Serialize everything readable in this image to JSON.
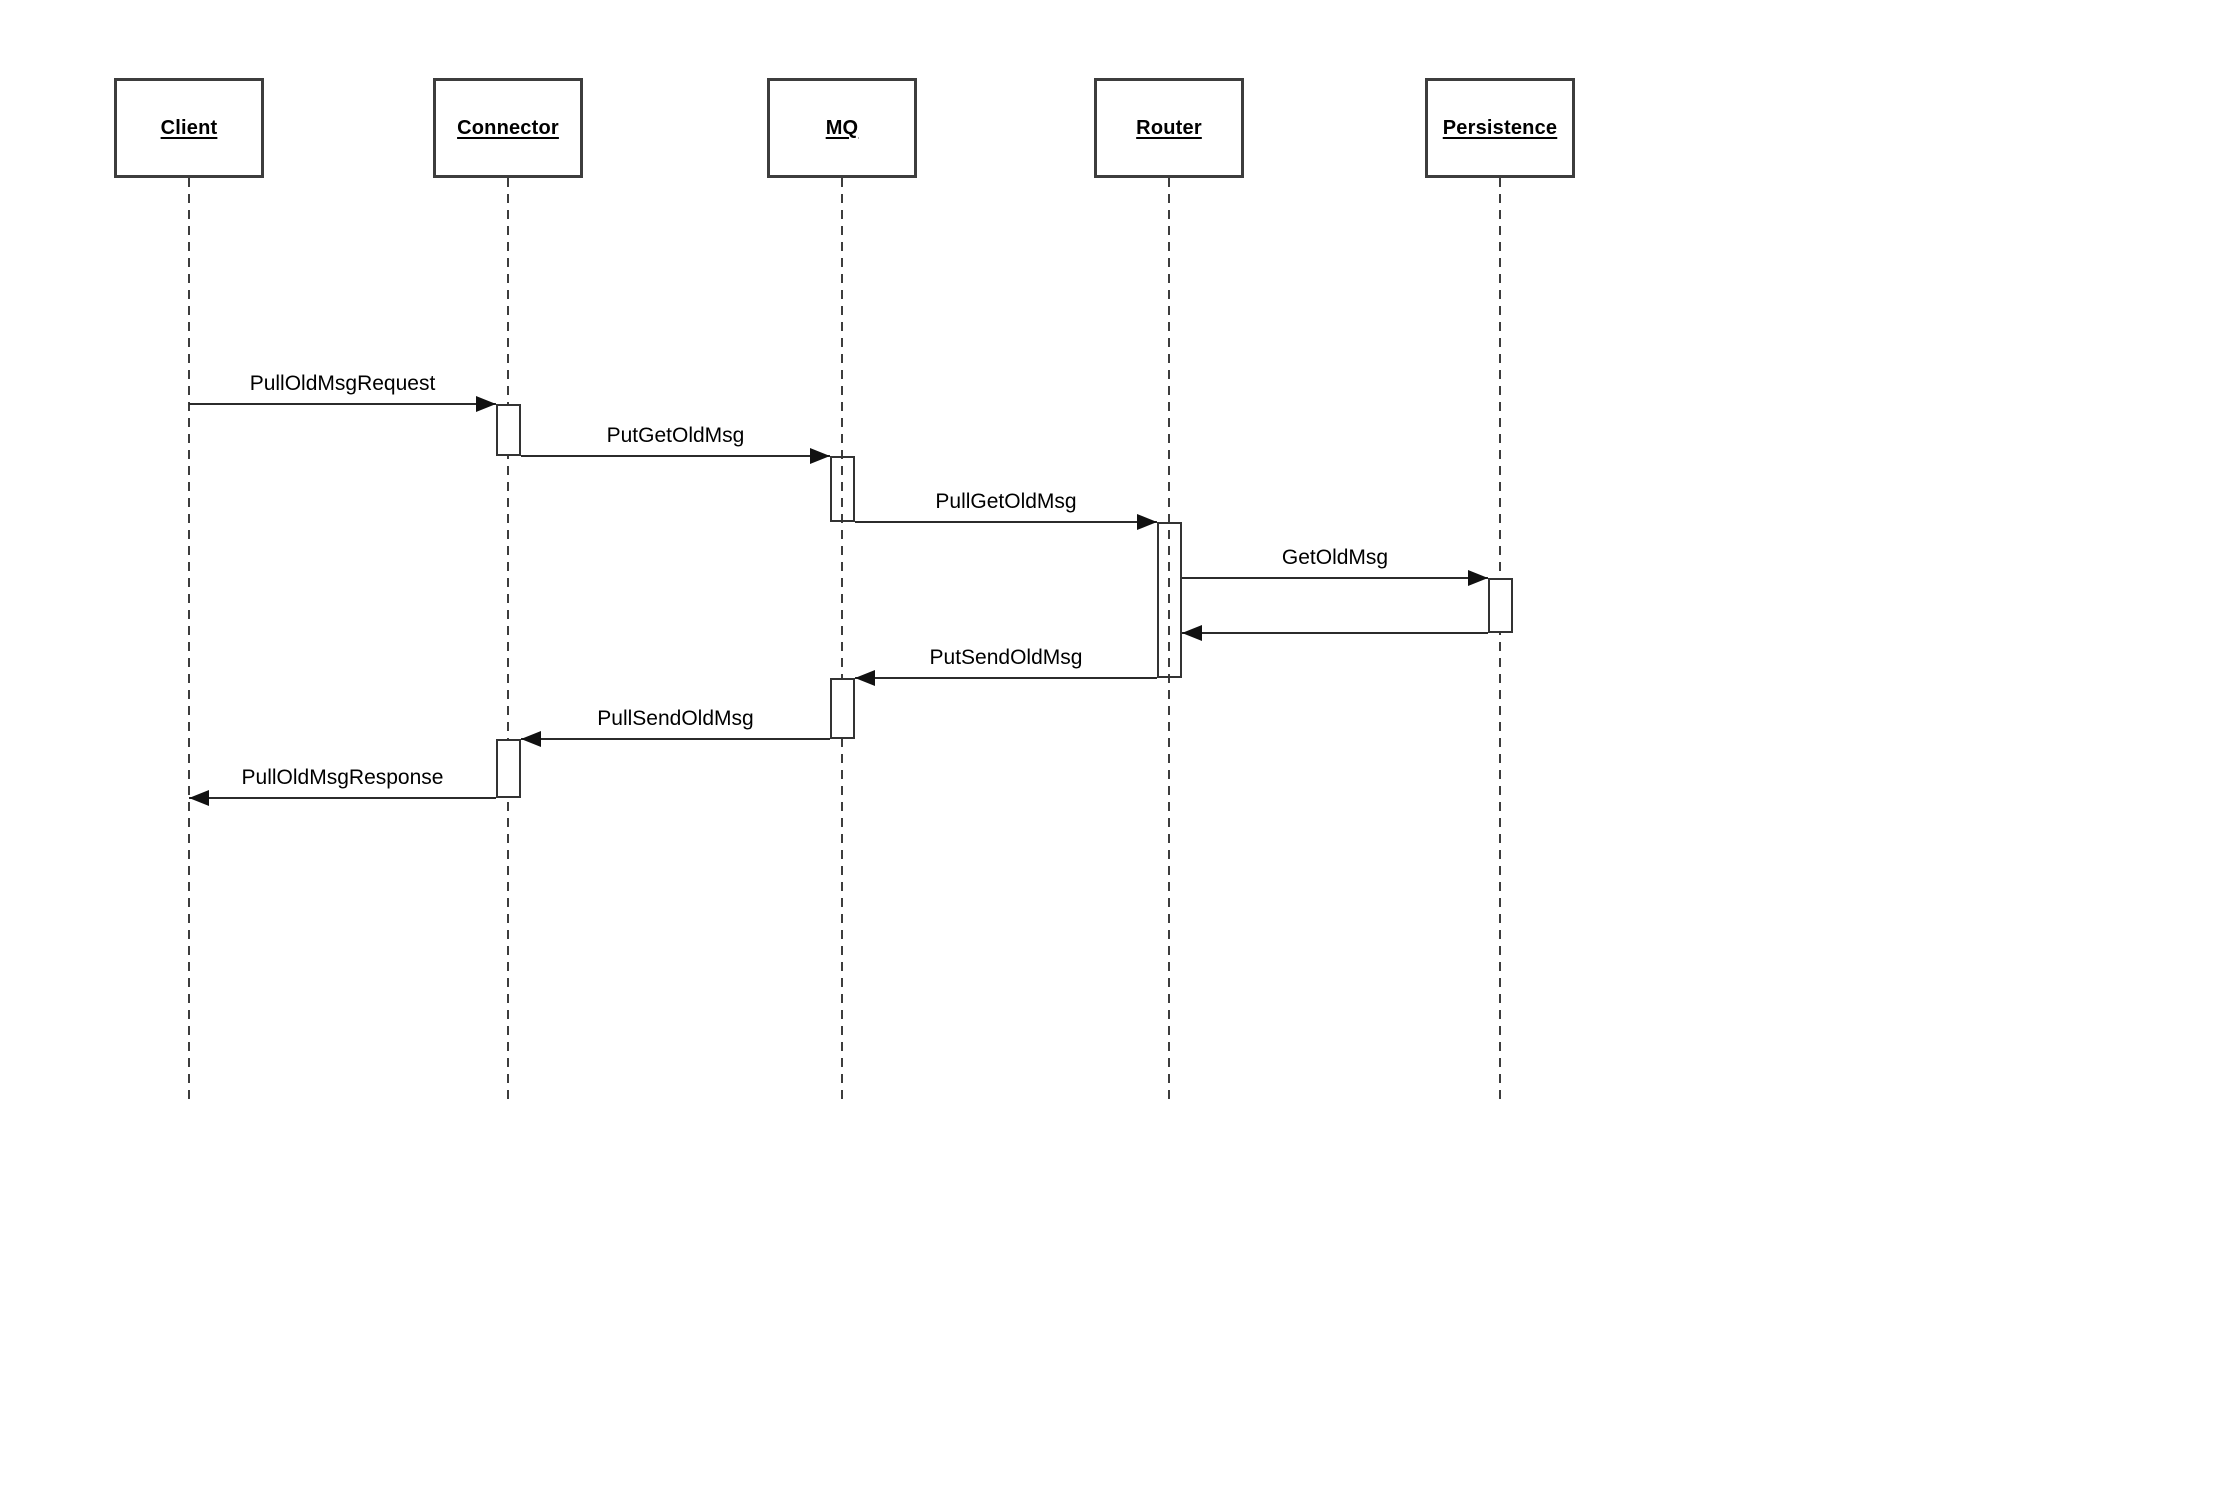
{
  "diagram": {
    "kind": "uml-sequence-diagram",
    "background": "#ffffff",
    "line_color": "#3d3d3d",
    "text_color": "#000000"
  },
  "actors": [
    {
      "label": "Client"
    },
    {
      "label": "Connector"
    },
    {
      "label": "MQ"
    },
    {
      "label": "Router"
    },
    {
      "label": "Persistence"
    }
  ],
  "messages": [
    {
      "label": "PullOldMsgRequest",
      "from": "Client",
      "to": "Connector",
      "direction": "right"
    },
    {
      "label": "PutGetOldMsg",
      "from": "Connector",
      "to": "MQ",
      "direction": "right"
    },
    {
      "label": "PullGetOldMsg",
      "from": "MQ",
      "to": "Router",
      "direction": "right"
    },
    {
      "label": "GetOldMsg",
      "from": "Router",
      "to": "Persistence",
      "direction": "right"
    },
    {
      "label": "",
      "from": "Persistence",
      "to": "Router",
      "direction": "left"
    },
    {
      "label": "PutSendOldMsg",
      "from": "Router",
      "to": "MQ",
      "direction": "left"
    },
    {
      "label": "PullSendOldMsg",
      "from": "MQ",
      "to": "Connector",
      "direction": "left"
    },
    {
      "label": "PullOldMsgResponse",
      "from": "Connector",
      "to": "Client",
      "direction": "left"
    }
  ]
}
